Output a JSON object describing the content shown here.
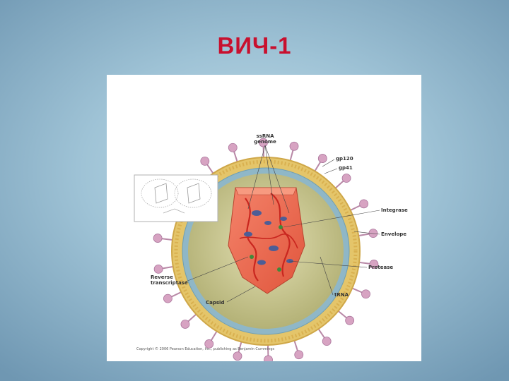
{
  "slide": {
    "title": "ВИЧ-1",
    "title_color": "#c8102e"
  },
  "figure": {
    "labels": {
      "ssrna_line1": "ssRNA",
      "ssrna_line2": "genome",
      "gp120": "gp120",
      "gp41": "gp41",
      "integrase": "Integrase",
      "envelope": "Envelope",
      "protease": "Protease",
      "trna": "tRNA",
      "capsid": "Capsid",
      "reverse_line1": "Reverse",
      "reverse_line2": "transcriptase"
    },
    "copyright": "Copyright © 2006 Pearson Education, Inc., publishing as Benjamin Cummings",
    "colors": {
      "envelope_outer": "#e4c56a",
      "envelope_band": "#8fb7c7",
      "matrix": "#c7c48a",
      "capsid": "#ef6d52",
      "rna": "#c9261f",
      "enzyme": "#4d5d96",
      "spike": "#d7a3c2"
    }
  }
}
